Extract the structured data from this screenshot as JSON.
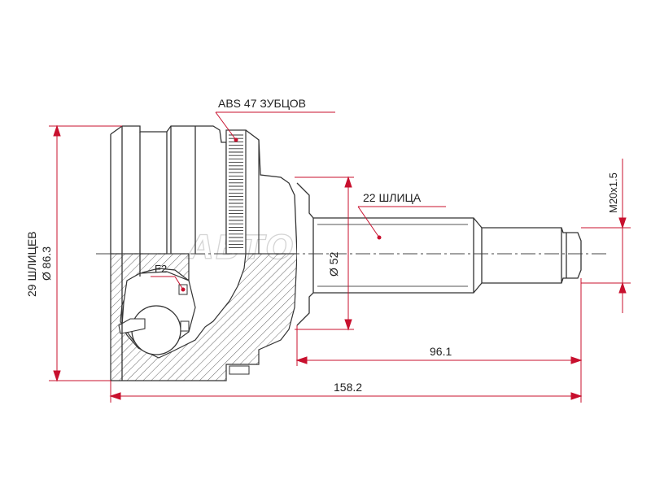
{
  "diagram": {
    "labels": {
      "abs": "ABS 47 ЗУБЦОВ",
      "inner_splines": "22 ШЛИЦА",
      "outer_splines": "29 ШЛИЦЕВ",
      "outer_diameter": "Ø 86.3",
      "shaft_diameter": "Ø 52",
      "thread": "M20x1.5",
      "f2": "F2",
      "length_shaft": "96.1",
      "length_total": "158.2"
    },
    "watermark": "АВТОТРЕЙД",
    "colors": {
      "outline": "#333333",
      "dimension": "#c8102e",
      "hatch": "#555555",
      "watermark": "#d4d4d4"
    }
  }
}
